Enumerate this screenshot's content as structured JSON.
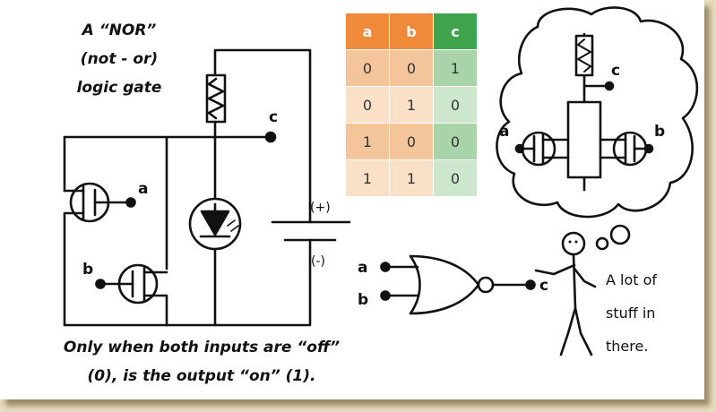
{
  "title": {
    "line1": "A “NOR”",
    "line2": "(not - or)",
    "line3": "logic gate"
  },
  "caption": {
    "line1": "Only when both inputs are “off”",
    "line2": "(0), is the output “on” (1)."
  },
  "truth_table": {
    "headers": [
      "a",
      "b",
      "c"
    ],
    "rows": [
      [
        "0",
        "0",
        "1"
      ],
      [
        "0",
        "1",
        "0"
      ],
      [
        "1",
        "0",
        "0"
      ],
      [
        "1",
        "1",
        "0"
      ]
    ]
  },
  "circuit": {
    "label_c": "c",
    "label_a": "a",
    "label_b": "b",
    "plus": "(+)",
    "minus": "(-)"
  },
  "thought_bubble": {
    "label_c": "c",
    "label_a": "a",
    "label_b": "b"
  },
  "gate": {
    "label_a": "a",
    "label_b": "b",
    "label_c": "c"
  },
  "speech": {
    "line1": "A lot of",
    "line2": "stuff in",
    "line3": "there."
  },
  "colors": {
    "input_header": "#ee8a3a",
    "output_header": "#3fa34d",
    "input_cell": "#f4c49a",
    "output_cell": "#a9d3a9",
    "background": "#e9dcc0"
  }
}
